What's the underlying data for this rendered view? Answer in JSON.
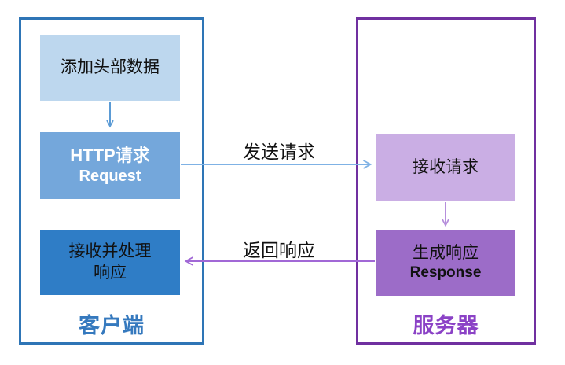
{
  "diagram": {
    "title_implicit": "HTTP request/response flow",
    "client": {
      "label": "客户端",
      "border_color": "#2E75B6",
      "label_color": "#3579BE",
      "boxes": {
        "add_header": {
          "text": "添加头部数据",
          "bg": "#BDD7EE"
        },
        "http_request": {
          "line1": "HTTP请求",
          "line2": "Request",
          "bg": "#74A7DB",
          "text_color": "#FFFFFF"
        },
        "receive_process": {
          "line1": "接收并处理",
          "line2": "响应",
          "bg": "#2F7DC6"
        }
      }
    },
    "server": {
      "label": "服务器",
      "border_color": "#7030A0",
      "label_color": "#8B42C6",
      "boxes": {
        "receive_request": {
          "text": "接收请求",
          "bg": "#CAAEE4"
        },
        "generate_response": {
          "line1": "生成响应",
          "line2": "Response",
          "bg": "#9C6CC8"
        }
      }
    },
    "arrows": {
      "send_label": "发送请求",
      "return_label": "返回响应",
      "color_blue": "#5B9BD5",
      "color_light_blue": "#7FB2E5",
      "color_light_purple": "#B68FDC",
      "color_purple": "#A168D6"
    }
  }
}
